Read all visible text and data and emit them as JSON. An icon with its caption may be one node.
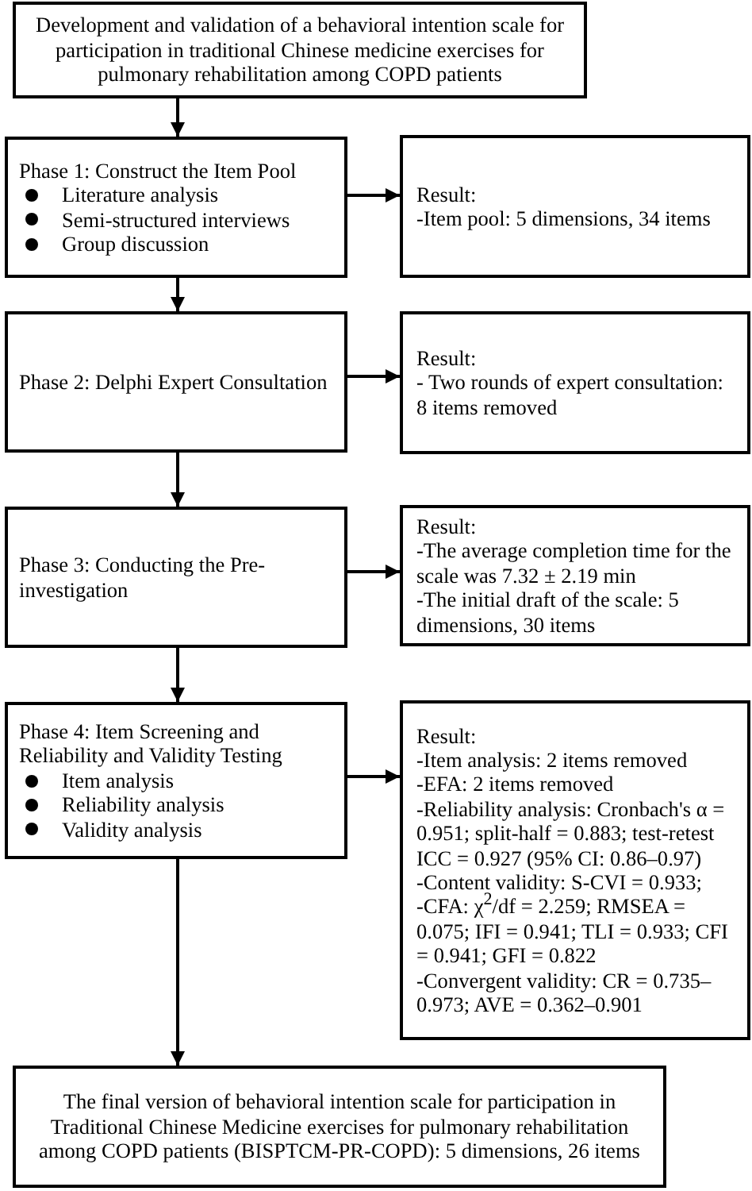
{
  "diagram": {
    "nodes": [
      {
        "text": [
          "Development and validation of a behavioral intention scale for participation in traditional Chinese medicine exercises for pulmonary rehabilitation among COPD patients"
        ]
      },
      {
        "text": [
          "Phase 1: Construct the Item Pool",
          "Literature analysis",
          "Semi-structured interviews",
          "Group discussion"
        ]
      },
      {
        "text": [
          "Result:",
          "-Item pool: 5 dimensions, 34 items"
        ]
      },
      {
        "text": [
          "Phase 2: Delphi Expert Consultation"
        ]
      },
      {
        "text": [
          "Result:",
          "- Two rounds of expert consultation: 8 items removed"
        ]
      },
      {
        "text": [
          "Phase 3: Conducting the Pre-investigation"
        ]
      },
      {
        "text": [
          "Result:",
          "-The average completion time for the scale was 7.32 ± 2.19 min",
          "-The initial draft of the scale: 5 dimensions, 30 items"
        ]
      },
      {
        "text": [
          "Phase 4: Item Screening and Reliability and Validity Testing",
          "Item analysis",
          "Reliability analysis",
          "Validity analysis"
        ]
      },
      {
        "text": [
          "Result:",
          "-Item analysis: 2 items removed",
          "-EFA: 2 items removed",
          "-Reliability analysis: Cronbach's α = 0.951; split-half = 0.883; test-retest ICC = 0.927 (95% CI: 0.86–0.97)",
          "-Content validity: S-CVI = 0.933;",
          "-CFA: χ$^{2}$/df = 2.259; RMSEA = 0.075; IFI = 0.941; TLI = 0.933; CFI = 0.941; GFI = 0.822",
          "-Convergent validity: CR = 0.735–0.973; AVE = 0.362–0.901"
        ]
      },
      {
        "text": [
          "The final version of behavioral intention scale for participation in Traditional Chinese Medicine exercises for pulmonary rehabilitation among COPD patients (BISPTCM-PR-COPD): 5 dimensions, 26 items"
        ]
      }
    ],
    "edges": [
      {
        "from": 0,
        "to": 1,
        "arrow": "to"
      },
      {
        "from": 1,
        "to": 2,
        "arrow": "to"
      },
      {
        "from": 1,
        "to": 3,
        "arrow": "to"
      },
      {
        "from": 3,
        "to": 4,
        "arrow": "to"
      },
      {
        "from": 3,
        "to": 5,
        "arrow": "to"
      },
      {
        "from": 5,
        "to": 6,
        "arrow": "to"
      },
      {
        "from": 5,
        "to": 7,
        "arrow": "to"
      },
      {
        "from": 7,
        "to": 8,
        "arrow": "to"
      },
      {
        "from": 7,
        "to": 9,
        "arrow": "to"
      }
    ]
  }
}
